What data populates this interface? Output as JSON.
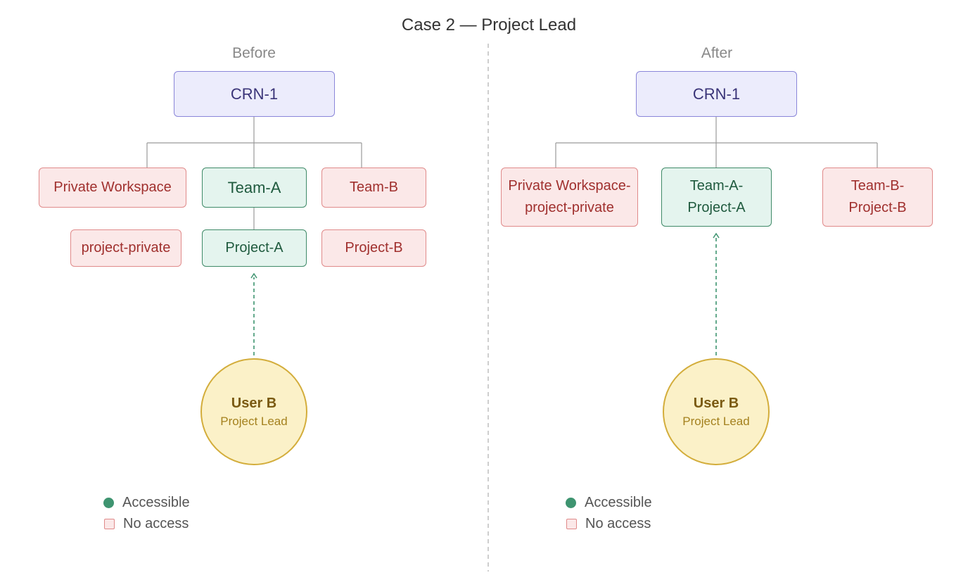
{
  "title": "Case 2 — Project Lead",
  "before": {
    "label": "Before",
    "root": "CRN-1",
    "nodes": {
      "private_workspace": "Private Workspace",
      "team_a": "Team-A",
      "team_b": "Team-B",
      "project_private": "project-private",
      "project_a": "Project-A",
      "project_b": "Project-B"
    },
    "user": {
      "name": "User B",
      "role": "Project Lead"
    }
  },
  "after": {
    "label": "After",
    "root": "CRN-1",
    "nodes": {
      "private_workspace": "Private Workspace-\nproject-private",
      "team_a": "Team-A-\nProject-A",
      "team_b": "Team-B-\nProject-B"
    },
    "user": {
      "name": "User B",
      "role": "Project Lead"
    }
  },
  "legend": {
    "accessible": "Accessible",
    "no_access": "No access"
  },
  "colors": {
    "accessible": "#3e9470",
    "no_access": "#e08a8a",
    "root": "#8a86d9",
    "user": "#d3ad3b"
  }
}
